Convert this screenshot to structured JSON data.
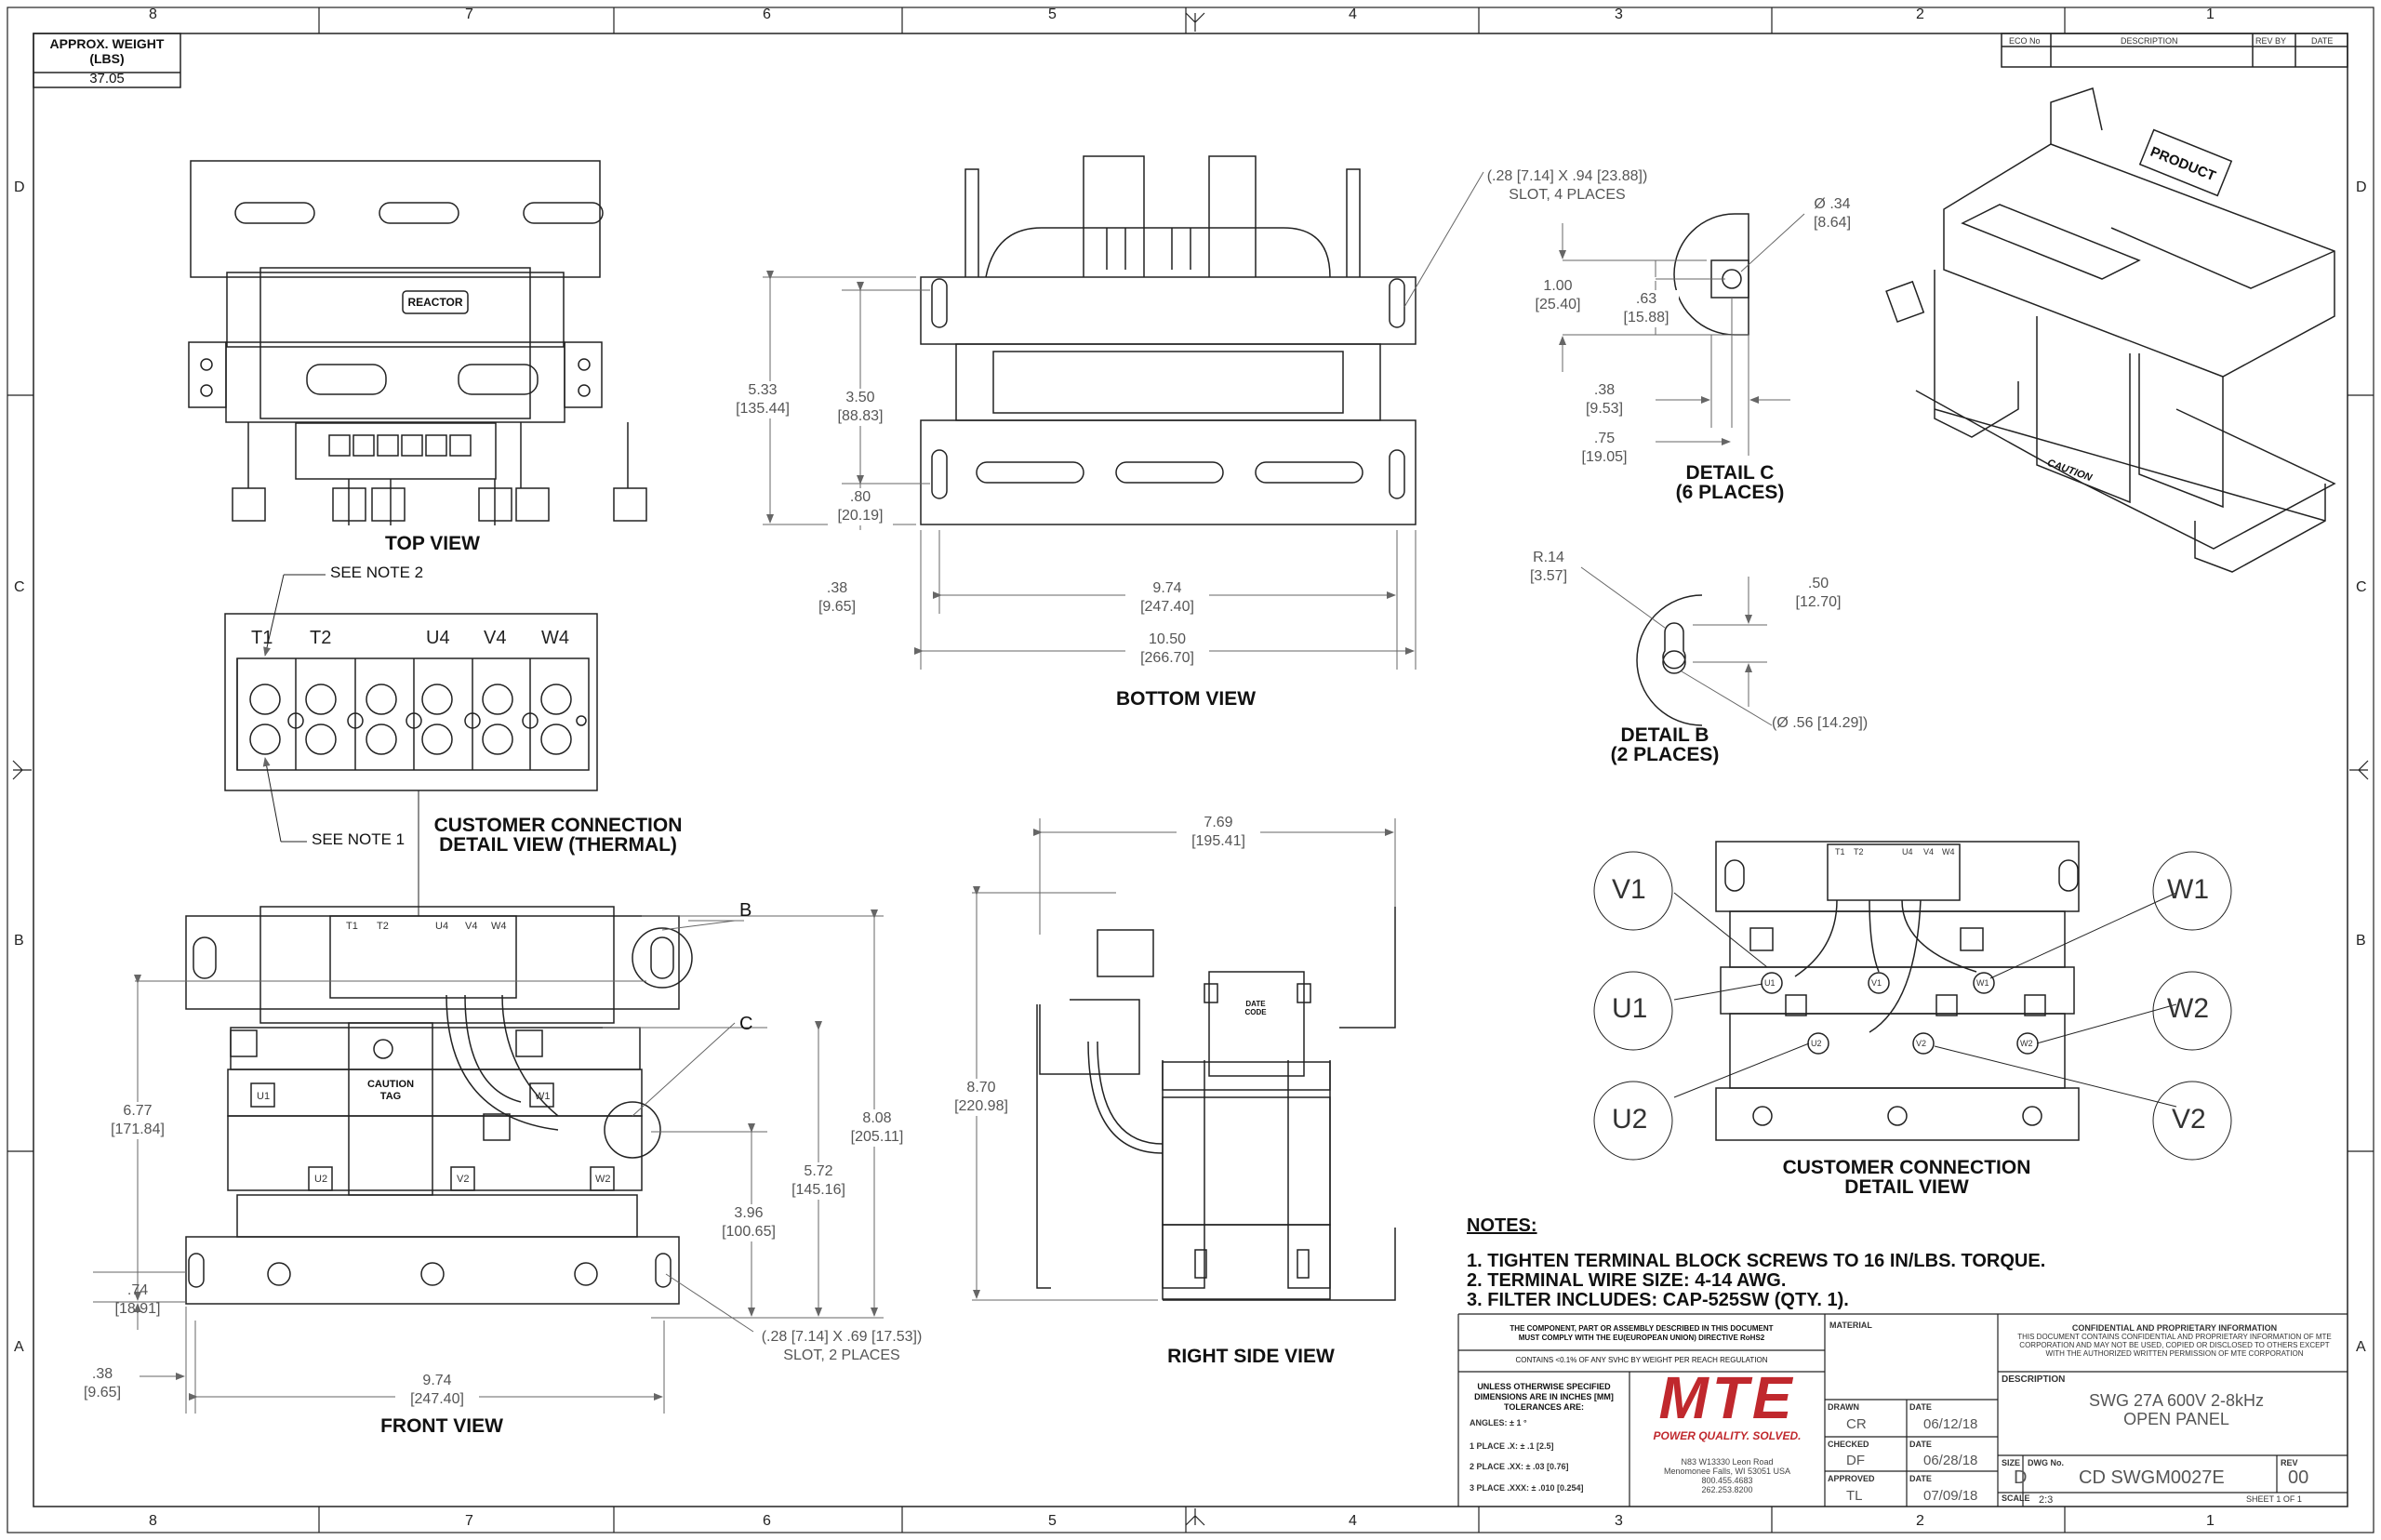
{
  "weight": {
    "title_line1": "APPROX. WEIGHT",
    "title_line2": "(LBS)",
    "value": "37.05"
  },
  "revision_header": {
    "eco": "ECO No",
    "description": "DESCRIPTION",
    "rev_by": "REV BY",
    "date": "DATE"
  },
  "zones": {
    "columns": [
      "8",
      "7",
      "6",
      "5",
      "4",
      "3",
      "2",
      "1"
    ],
    "rows": [
      "D",
      "C",
      "B",
      "A"
    ]
  },
  "views": {
    "top": "TOP VIEW",
    "bottom": "BOTTOM VIEW",
    "front": "FRONT VIEW",
    "right_side": "RIGHT SIDE VIEW",
    "cc_thermal_line1": "CUSTOMER CONNECTION",
    "cc_thermal_line2": "DETAIL VIEW (THERMAL)",
    "cc_line1": "CUSTOMER CONNECTION",
    "cc_line2": "DETAIL VIEW",
    "detail_c_line1": "DETAIL C",
    "detail_c_line2": "(6 PLACES)",
    "detail_b_line1": "DETAIL B",
    "detail_b_line2": "(2 PLACES)"
  },
  "callouts": {
    "see_note_2": "SEE NOTE 2",
    "see_note_1": "SEE NOTE 1",
    "b": "B",
    "c": "C",
    "reactor_label": "REACTOR",
    "product_label": "PRODUCT",
    "caution_tag_line1": "CAUTION",
    "caution_tag_line2": "TAG",
    "caution_iso": "CAUTION",
    "date_code_line1": "DATE",
    "date_code_line2": "CODE"
  },
  "terminal_labels": [
    "T1",
    "T2",
    "U4",
    "V4",
    "W4"
  ],
  "coil_labels": {
    "u1": "U1",
    "v1": "V1",
    "w1": "W1",
    "u2": "U2",
    "v2": "V2",
    "w2": "W2"
  },
  "dims": {
    "slot4": "(.28 [7.14] X .94 [23.88])",
    "slot4b": "SLOT, 4 PLACES",
    "d533": "5.33",
    "d533m": "[135.44]",
    "d350": "3.50",
    "d350m": "[88.83]",
    "d080": ".80",
    "d080m": "[20.19]",
    "d038a": ".38",
    "d038am": "[9.65]",
    "d974a": "9.74",
    "d974am": "[247.40]",
    "d1050": "10.50",
    "d1050m": "[266.70]",
    "dia34": "Ø .34",
    "dia34m": "[8.64]",
    "d100": "1.00",
    "d100m": "[25.40]",
    "d063": ".63",
    "d063m": "[15.88]",
    "d038c": ".38",
    "d038cm": "[9.53]",
    "d075": ".75",
    "d075m": "[19.05]",
    "r14": "R.14",
    "r14m": "[3.57]",
    "d050": ".50",
    "d050m": "[12.70]",
    "dia56": "(Ø .56 [14.29])",
    "d677": "6.77",
    "d677m": "[171.84]",
    "d808": "8.08",
    "d808m": "[205.11]",
    "d572": "5.72",
    "d572m": "[145.16]",
    "d396": "3.96",
    "d396m": "[100.65]",
    "d074": ".74",
    "d074m": "[18.91]",
    "d038f": ".38",
    "d038fm": "[9.65]",
    "d974f": "9.74",
    "d974fm": "[247.40]",
    "slot2": "(.28 [7.14] X .69 [17.53])",
    "slot2b": "SLOT, 2 PLACES",
    "d769": "7.69",
    "d769m": "[195.41]",
    "d870": "8.70",
    "d870m": "[220.98]"
  },
  "notes": {
    "title": "NOTES:",
    "items": [
      "1.  TIGHTEN TERMINAL BLOCK SCREWS TO 16 IN/LBS. TORQUE.",
      "2.  TERMINAL WIRE SIZE: 4-14 AWG.",
      "3.  FILTER INCLUDES: CAP-525SW (QTY. 1)."
    ]
  },
  "title_block": {
    "eu_line1": "THE COMPONENT, PART OR ASSEMBLY DESCRIBED IN THIS DOCUMENT",
    "eu_line2": "MUST COMPLY WITH THE EU(EUROPEAN UNION) DIRECTIVE RoHS2",
    "svhc": "CONTAINS <0.1% OF ANY SVHC BY WEIGHT PER REACH REGULATION",
    "tol_line1": "UNLESS OTHERWISE SPECIFIED",
    "tol_line2": "DIMENSIONS ARE IN INCHES [MM]",
    "tol_line3": "TOLERANCES ARE:",
    "angles": "ANGLES: ± 1 °",
    "place1": "1 PLACE .X: ± .1 [2.5]",
    "place2": "2 PLACE .XX: ± .03 [0.76]",
    "place3": "3 PLACE .XXX: ± .010 [0.254]",
    "logo": "MTE",
    "tagline": "POWER QUALITY. SOLVED.",
    "address1": "N83 W13330 Leon Road",
    "address2": "Menomonee Falls, WI 53051 USA",
    "phone1": "800.455.4683",
    "phone2": "262.253.8200",
    "material_label": "MATERIAL",
    "drawn_label": "DRAWN",
    "drawn": "CR",
    "checked_label": "CHECKED",
    "checked": "DF",
    "approved_label": "APPROVED",
    "approved": "TL",
    "date_label": "DATE",
    "drawn_date": "06/12/18",
    "checked_date": "06/28/18",
    "approved_date": "07/09/18",
    "conf_title": "CONFIDENTIAL AND PROPRIETARY INFORMATION",
    "conf_line1": "THIS DOCUMENT CONTAINS CONFIDENTIAL AND PROPRIETARY INFORMATION OF MTE",
    "conf_line2": "CORPORATION AND MAY NOT BE USED, COPIED OR DISCLOSED TO OTHERS EXCEPT",
    "conf_line3": "WITH THE AUTHORIZED WRITTEN PERMISSION OF MTE CORPORATION",
    "description_label": "DESCRIPTION",
    "description_line1": "SWG 27A 600V 2-8kHz",
    "description_line2": "OPEN PANEL",
    "size_label": "SIZE",
    "size": "D",
    "dwg_label": "DWG No.",
    "dwg": "CD SWGM0027E",
    "rev_label": "REV",
    "rev": "00",
    "scale_label": "SCALE",
    "scale": "2:3",
    "sheet": "SHEET 1  OF 1"
  },
  "colors": {
    "line": "#222222",
    "dim": "#666666",
    "logo": "#c0282d"
  }
}
